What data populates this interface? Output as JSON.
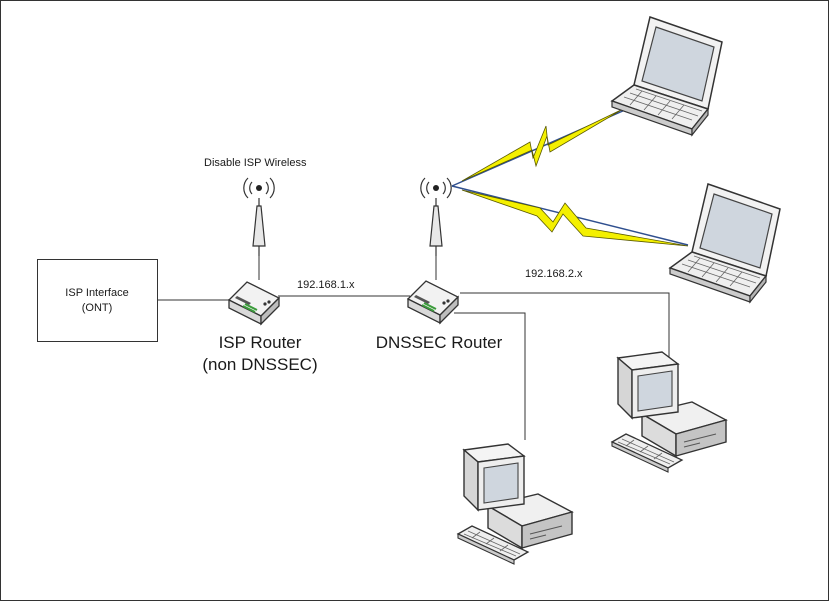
{
  "labels": {
    "disable_wireless": "Disable ISP Wireless",
    "isp_interface_line1": "ISP Interface",
    "isp_interface_line2": "(ONT)",
    "isp_router_line1": "ISP Router",
    "isp_router_line2": "(non DNSSEC)",
    "dnssec_router": "DNSSEC Router",
    "subnet_isp": "192.168.1.x",
    "subnet_dnssec": "192.168.2.x"
  },
  "colors": {
    "lightning_fill": "#f4f000",
    "wireless_line": "#2f4f8f",
    "device_fill": "#ececec",
    "device_stroke": "#333333",
    "screen_fill": "#cfd6de",
    "port_green": "#3a9b3a"
  },
  "icons": [
    "antenna-icon",
    "router-icon",
    "laptop-icon",
    "desktop-computer-icon",
    "lightning-icon"
  ]
}
